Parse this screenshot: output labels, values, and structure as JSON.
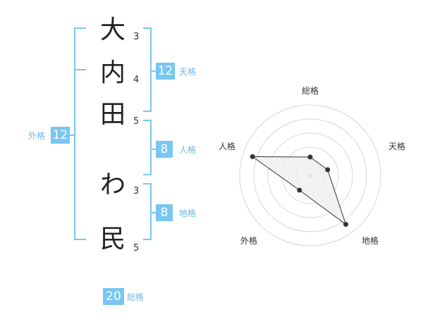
{
  "name": {
    "chars": [
      {
        "char": "大",
        "strokes": "3"
      },
      {
        "char": "内",
        "strokes": "4"
      },
      {
        "char": "田",
        "strokes": "5"
      },
      {
        "char": "わ",
        "strokes": "3"
      },
      {
        "char": "民",
        "strokes": "5"
      }
    ]
  },
  "fortune": {
    "tenkaku": {
      "label": "天格",
      "value": "12"
    },
    "jinkaku": {
      "label": "人格",
      "value": "8"
    },
    "chikaku": {
      "label": "地格",
      "value": "8"
    },
    "gaikaku": {
      "label": "外格",
      "value": "12"
    },
    "soukaku": {
      "label": "総格",
      "value": "20"
    }
  },
  "colors": {
    "accent": "#78c6f1",
    "bracket": "#78c6f1",
    "polygon_fill": "#eeeeee",
    "ring": "#d6d6d6"
  },
  "radar": {
    "axes": [
      "総格",
      "天格",
      "地格",
      "外格",
      "人格"
    ],
    "levels": 5,
    "values": [
      1.3,
      1.3,
      4.3,
      1.3,
      4.3
    ]
  }
}
